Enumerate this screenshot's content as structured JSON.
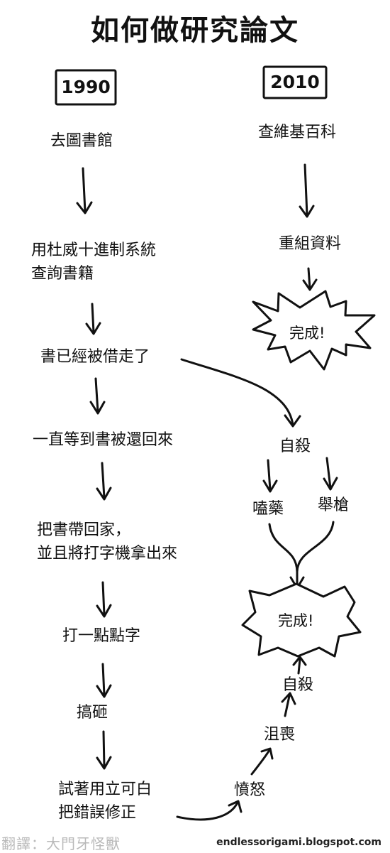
{
  "title": "如何做研究論文",
  "years": {
    "left": "1990",
    "right": "2010"
  },
  "left_steps": [
    "去圖書館",
    "用杜威十進制系統",
    "查詢書籍",
    "書已經被借走了",
    "一直等到書被還回來",
    "把書帶回家，",
    "並且將打字機拿出來",
    "打一點點字",
    "搞砸",
    "試著用立可白",
    "把錯誤修正"
  ],
  "right_steps": {
    "first": "查維基百科",
    "second": "重組資料",
    "done": "完成!"
  },
  "suicide_branch": {
    "top": "自殺",
    "pills": "嗑藥",
    "gun": "舉槍",
    "done": "完成!",
    "anger": "憤怒",
    "depressed": "沮喪",
    "suicide_again": "自殺"
  },
  "footer": {
    "translator": "翻譯：大門牙怪獸",
    "site": "endlessorigami.blogspot.com"
  }
}
